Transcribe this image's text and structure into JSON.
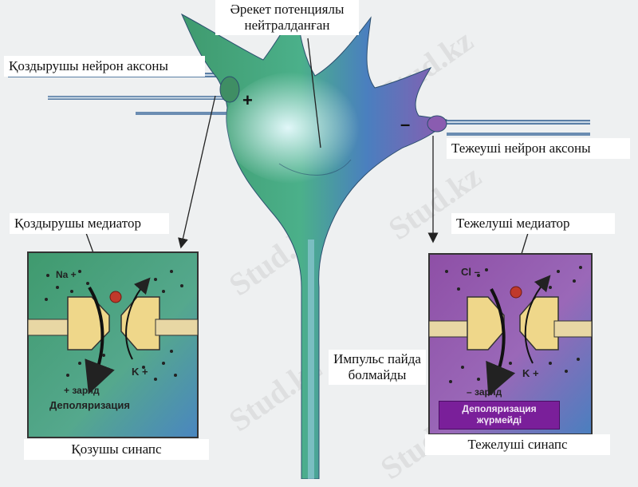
{
  "labels": {
    "neutralized": [
      "Әрекет потенциялы",
      "нейтралданған"
    ],
    "excitatory_axon": "Қоздырушы нейрон аксоны",
    "inhibitory_axon": "Тежеуші  нейрон аксоны",
    "excitatory_mediator": "Қоздырушы медиатор",
    "inhibitory_mediator": "Тежелуші  медиатор",
    "no_impulse": [
      "Импульс пайда",
      "болмайды"
    ],
    "excitatory_synapse": "Қозушы  синапс",
    "inhibitory_synapse": "Тежелуші  синапс",
    "no_depolarization": [
      "Деполяризация",
      "жүрмейді"
    ]
  },
  "signs": {
    "plus": "+",
    "minus": "–"
  },
  "left_box": {
    "ion_top": "Na +",
    "ion_right": "K +",
    "charge": "+ заряд",
    "state": "Деполяризация"
  },
  "right_box": {
    "ion_top": "Cl –",
    "ion_right": "K +",
    "charge": "– заряд"
  },
  "watermark": "Stud.kz",
  "colors": {
    "soma_green": "#3f9a6e",
    "soma_blue": "#4a7fbf",
    "soma_purple": "#8a5cb0",
    "left_box_bg": "#4a9e86",
    "right_box_bg": "#8e4fa6",
    "mediator_dot": "#c0392b",
    "note_bg": "#7a1f9a"
  }
}
